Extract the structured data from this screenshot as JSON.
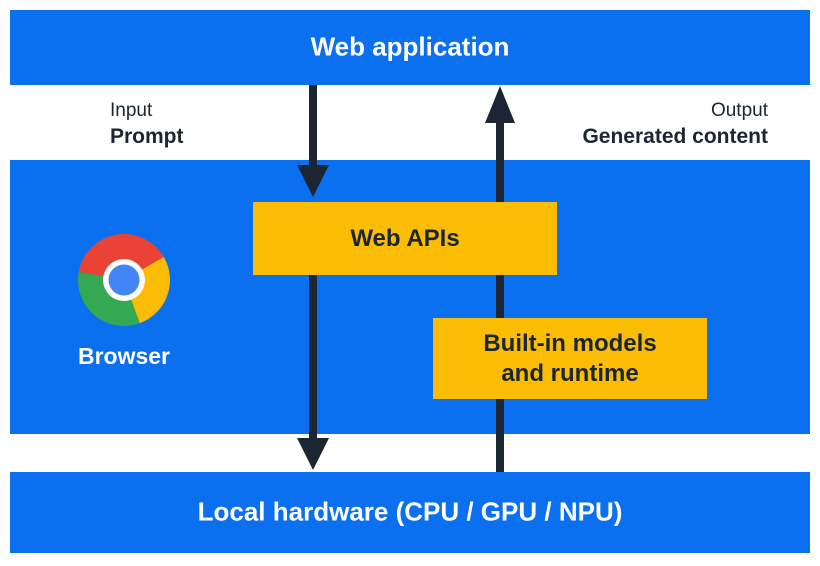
{
  "colors": {
    "layer-blue": "#0b70f0",
    "box-yellow": "#fbbc04",
    "ink-navy": "#1c2633",
    "chrome-red": "#ea4335",
    "chrome-green": "#34a853",
    "chrome-yellow": "#fbbc05",
    "chrome-blue": "#4285f4"
  },
  "layers": {
    "web_application": {
      "label": "Web application"
    },
    "browser": {
      "label": "Browser",
      "web_apis_label": "Web APIs",
      "builtin_models_label": "Built-in models\nand runtime"
    },
    "local_hardware": {
      "label": "Local hardware (CPU / GPU / NPU)"
    }
  },
  "io": {
    "input_title": "Input",
    "input_value": "Prompt",
    "output_title": "Output",
    "output_value": "Generated content"
  },
  "icons": {
    "chrome": "chrome-browser-logo"
  }
}
